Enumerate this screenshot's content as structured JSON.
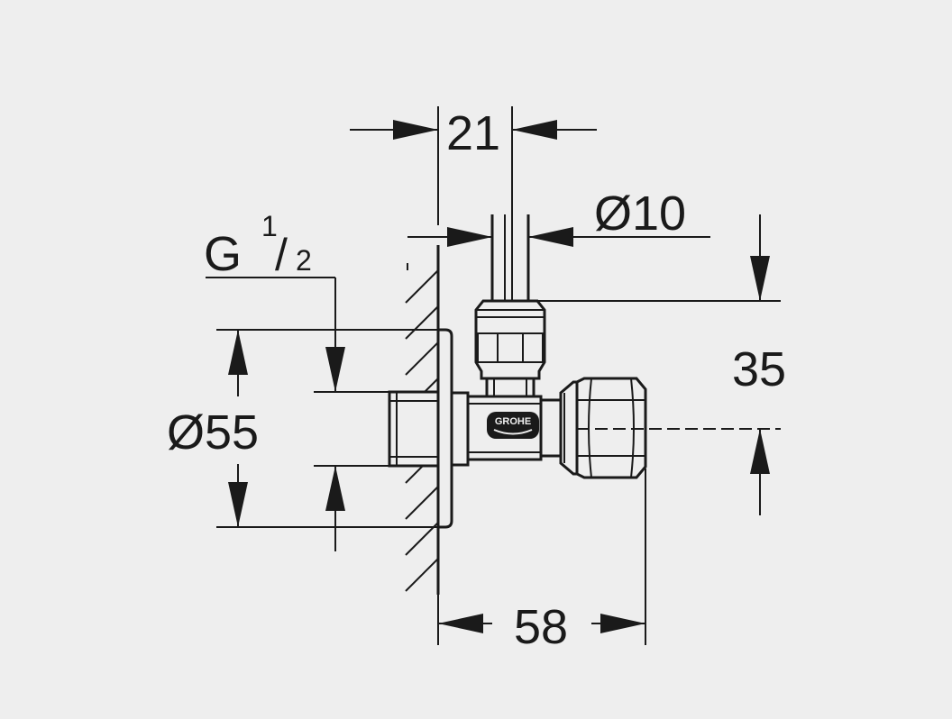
{
  "dimensions": {
    "top_width": "21",
    "pipe_diameter": "Ø10",
    "thread_main": "G",
    "thread_numerator": "1",
    "thread_slash": "/",
    "thread_denominator": "2",
    "rosette_diameter": "Ø55",
    "height": "35",
    "depth": "58"
  },
  "logo": {
    "text": "GROHE"
  },
  "colors": {
    "background": "#eeeeee",
    "line": "#1a1a1a"
  }
}
